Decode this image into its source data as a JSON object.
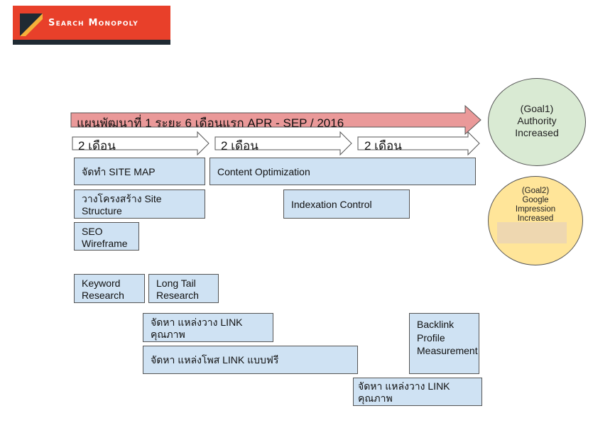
{
  "logo": {
    "text": "Search Monopoly"
  },
  "main_arrow": {
    "label": "แผนพัฒนาที่ 1 ระยะ 6 เดือนแรก APR - SEP / 2016",
    "color": "#ea9999"
  },
  "phase_arrows": [
    {
      "label": "2 เดือน"
    },
    {
      "label": "2 เดือน"
    },
    {
      "label": "2 เดือน"
    }
  ],
  "tasks": [
    {
      "label": "จัดทำ SITE MAP"
    },
    {
      "label": "Content Optimization"
    },
    {
      "label": "วางโครงสร้าง Site Structure"
    },
    {
      "label": "Indexation Control"
    },
    {
      "label": "SEO Wireframe"
    },
    {
      "label": "Keyword Research"
    },
    {
      "label": "Long Tail Research"
    },
    {
      "label": "จัดหา แหล่งวาง LINK คุณภาพ"
    },
    {
      "label": "Backlink Profile Measurement"
    },
    {
      "label": "จัดหา แหล่งโพส LINK แบบฟรี"
    },
    {
      "label": "จัดหา แหล่งวาง LINK คุณภาพ"
    }
  ],
  "goals": [
    {
      "line1": "(Goal1)",
      "line2": "Authority",
      "line3": "Increased",
      "color": "#d9ead3"
    },
    {
      "line1": "(Goal2)",
      "line2": "Google",
      "line3": "Impression",
      "line4": "Increased",
      "color": "#ffe599"
    }
  ],
  "colors": {
    "task_fill": "#cfe2f3",
    "logo_red": "#e8402a"
  }
}
